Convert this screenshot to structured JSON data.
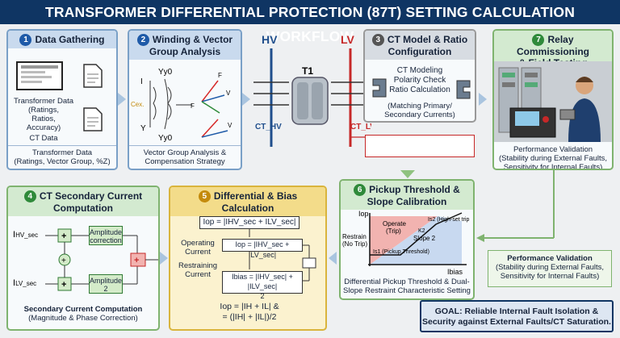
{
  "title": "TRANSFORMER DIFFERENTIAL PROTECTION (87T) SETTING CALCULATION WORKFLOW",
  "panel1": {
    "num": "1",
    "title": "Data Gathering",
    "doc_lines": [
      "Transformer Data",
      "(Ratings,",
      "Ratios,",
      "Accuracy)",
      "CT Data"
    ],
    "caption": [
      "Transformer Data",
      "(Ratings, Vector Group, %Z)"
    ]
  },
  "panel2": {
    "num": "2",
    "title": [
      "Winding & Vector",
      "Group Analysis"
    ],
    "labels": {
      "yy0_top": "Yy0",
      "yy0_bot": "Yy0",
      "i": "I",
      "y": "Y",
      "coil": "Cex.",
      "f": "F",
      "v": "V",
      "ft": "F",
      "vt": "V"
    },
    "caption": [
      "Vector Group Analysis &",
      "Compensation Strategy"
    ]
  },
  "transformer": {
    "hv": "HV",
    "lv": "LV",
    "t1": "T1",
    "ct_hv": "CT_HV",
    "ct_lv": "CT_LV"
  },
  "panel3": {
    "num": "3",
    "title": [
      "CT Model & Ratio",
      "Configuration"
    ],
    "lines": [
      "CT Modeling",
      "Polarity Check",
      "Ratio Calculation"
    ],
    "note": [
      "(Matching Primary/",
      "Secondary Currents)"
    ]
  },
  "panel7": {
    "num": "7",
    "title": [
      "Relay Commissioning",
      "& Field Testing"
    ],
    "caption": [
      "Performance Validation",
      "(Stability during External Faults,",
      "Sensitivity for Internal Faults)"
    ]
  },
  "panel4": {
    "num": "4",
    "title": [
      "CT Secondary Current",
      "Computation"
    ],
    "in_hv": "I",
    "in_hv_sub": "HV_sec",
    "in_lv": "I",
    "in_lv_sub": "LV_sec",
    "amp1": [
      "Amplitude",
      "correction"
    ],
    "amp2": [
      "Amplitude",
      "2"
    ],
    "caption": [
      "Secondary Current Computation",
      "(Magnitude & Phase Correction)"
    ]
  },
  "panel5": {
    "num": "5",
    "title": [
      "Differential & Bias",
      "Calculation"
    ],
    "eq1": "Iop = |IHV_sec + ILV_sec|",
    "eq2": "Iop = |IHV_sec + ILV_sec|",
    "eq3": "Ibias = |IHV_sec| + |ILV_sec|",
    "eq3_den": "2",
    "op_label": [
      "Operating",
      "Current"
    ],
    "rs_label": [
      "Restraining",
      "Current"
    ],
    "eq_final": [
      "Iop = |IH + IL| &",
      "= (|IH| + |IL|)/2"
    ]
  },
  "panel6": {
    "num": "6",
    "title": [
      "Pickup Threshold &",
      "Slope Calibration"
    ],
    "y_axis": "Iop",
    "x_axis": "Ibias",
    "operate": [
      "Operate",
      "(Trip)"
    ],
    "restrain": [
      "Restrain",
      "(No Trip)"
    ],
    "k2": "K2",
    "slope2": "Slope 2",
    "highset": "Is2 (High-set trip",
    "pickup": "Is1 (Pickup Threshold)",
    "caption": [
      "Differential Pickup Threshold & Dual-",
      "Slope Restraint Characteristic Setting"
    ]
  },
  "validation": [
    "Performance Validation",
    "(Stability during External Faults,",
    "Sensitivity for Internal Faults)"
  ],
  "goal": [
    "GOAL: Reliable Internal Fault Isolation &",
    "Security against External Faults/CT Saturation."
  ],
  "colors": {
    "title_bg": "#0f3563",
    "hv_line": "#1f4e8c",
    "lv_line": "#c62828",
    "operate": "#f2b3b0",
    "restrain": "#c8d9f0"
  }
}
